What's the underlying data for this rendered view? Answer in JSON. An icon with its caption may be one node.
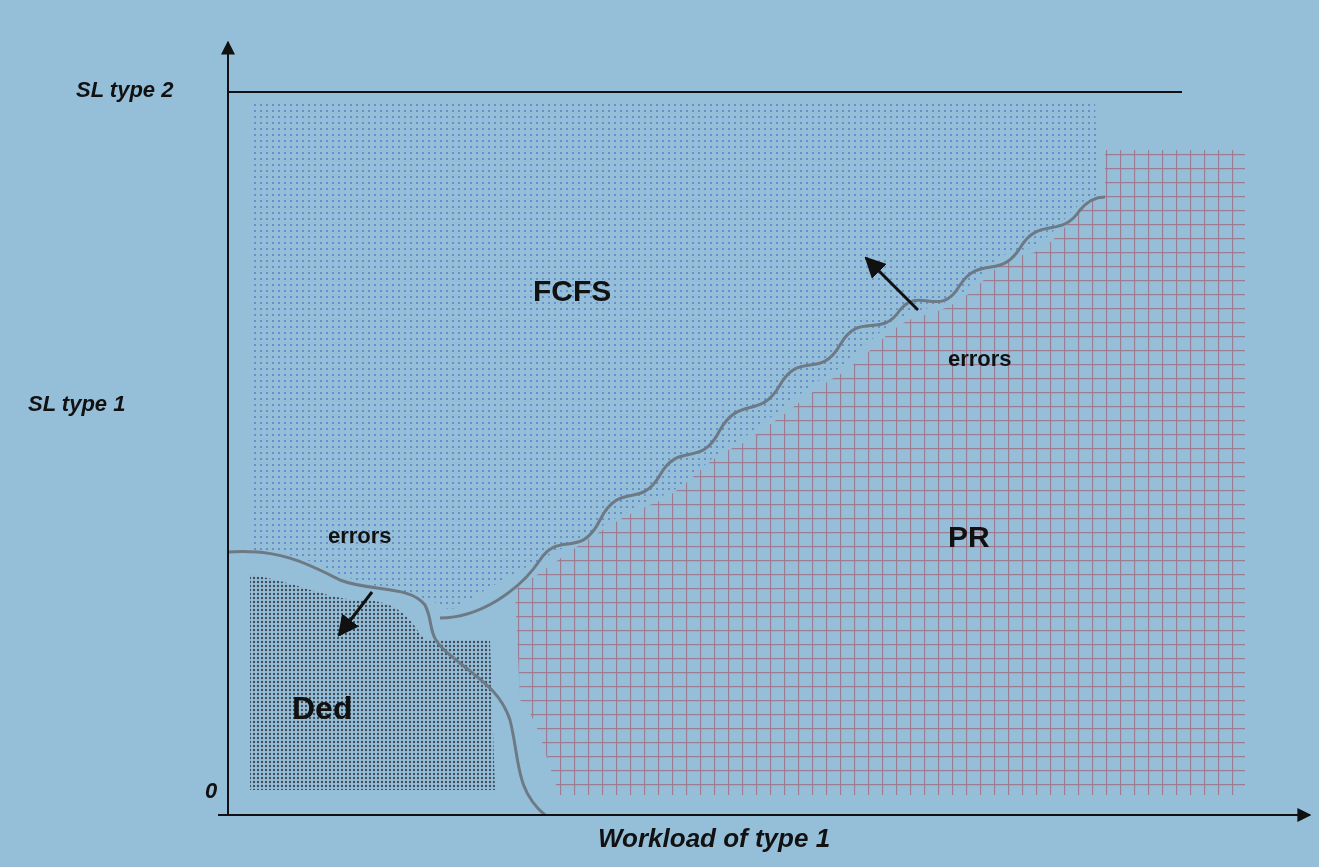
{
  "diagram": {
    "labels": [
      "SL type 2",
      "FCFS",
      "errors",
      "SL type 1",
      "errors",
      "PR",
      "Ded",
      "0",
      "Workload of type 1"
    ]
  }
}
